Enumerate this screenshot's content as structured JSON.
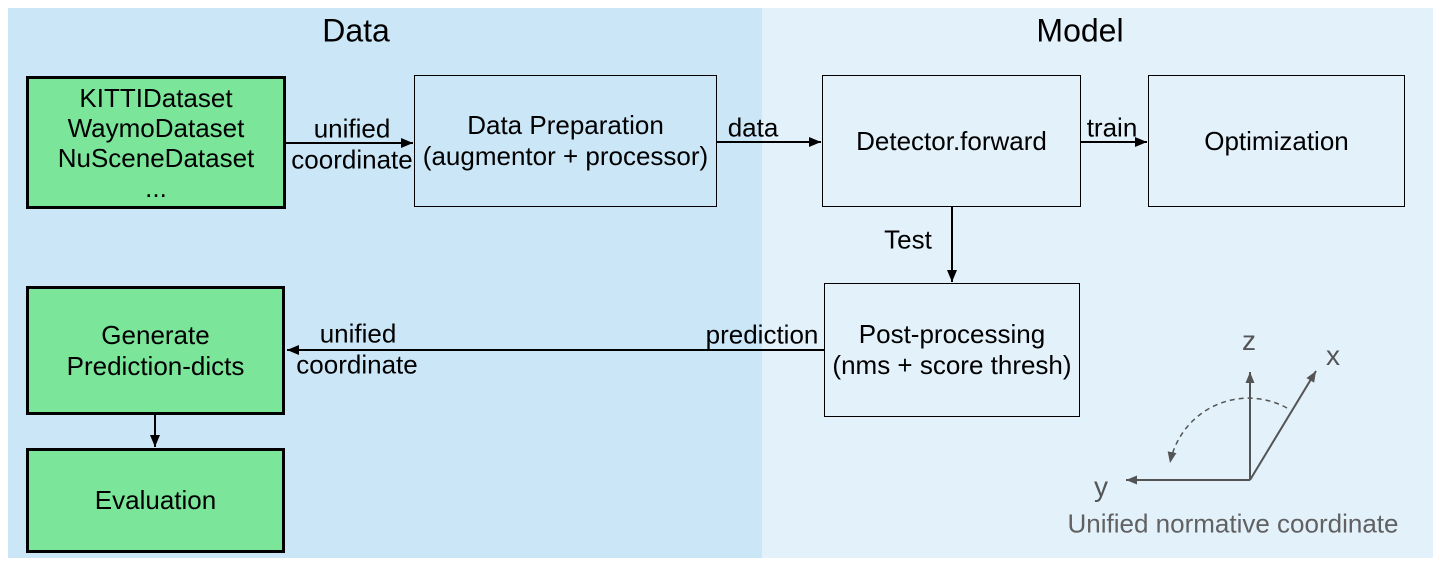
{
  "titles": {
    "data": "Data",
    "model": "Model"
  },
  "boxes": {
    "datasets": {
      "lines": [
        "KITTIDataset",
        "WaymoDataset",
        "NuSceneDataset",
        "..."
      ]
    },
    "data_preparation": {
      "lines": [
        "Data Preparation",
        "(augmentor + processor)"
      ]
    },
    "detector_forward": {
      "label": "Detector.forward"
    },
    "optimization": {
      "label": "Optimization"
    },
    "post_processing": {
      "lines": [
        "Post-processing",
        "(nms + score thresh)"
      ]
    },
    "generate_prediction_dicts": {
      "lines": [
        "Generate",
        "Prediction-dicts"
      ]
    },
    "evaluation": {
      "label": "Evaluation"
    }
  },
  "edge_labels": {
    "unified_coordinate_top": {
      "line1": "unified",
      "line2": "coordinate"
    },
    "data": "data",
    "train": "train",
    "test": "Test",
    "prediction": "prediction",
    "unified_coordinate_bottom": {
      "line1": "unified",
      "line2": "coordinate"
    }
  },
  "coordinate_diagram": {
    "z_label": "z",
    "x_label": "x",
    "y_label": "y",
    "caption": "Unified normative coordinate"
  },
  "colors": {
    "left_panel_bg": "#cbe6f7",
    "right_panel_bg": "#e3f1fb",
    "green_box_fill": "#7be59a",
    "box_border": "#000000",
    "arrow": "#000000",
    "axes": "#545454",
    "gray_text": "#616161"
  }
}
